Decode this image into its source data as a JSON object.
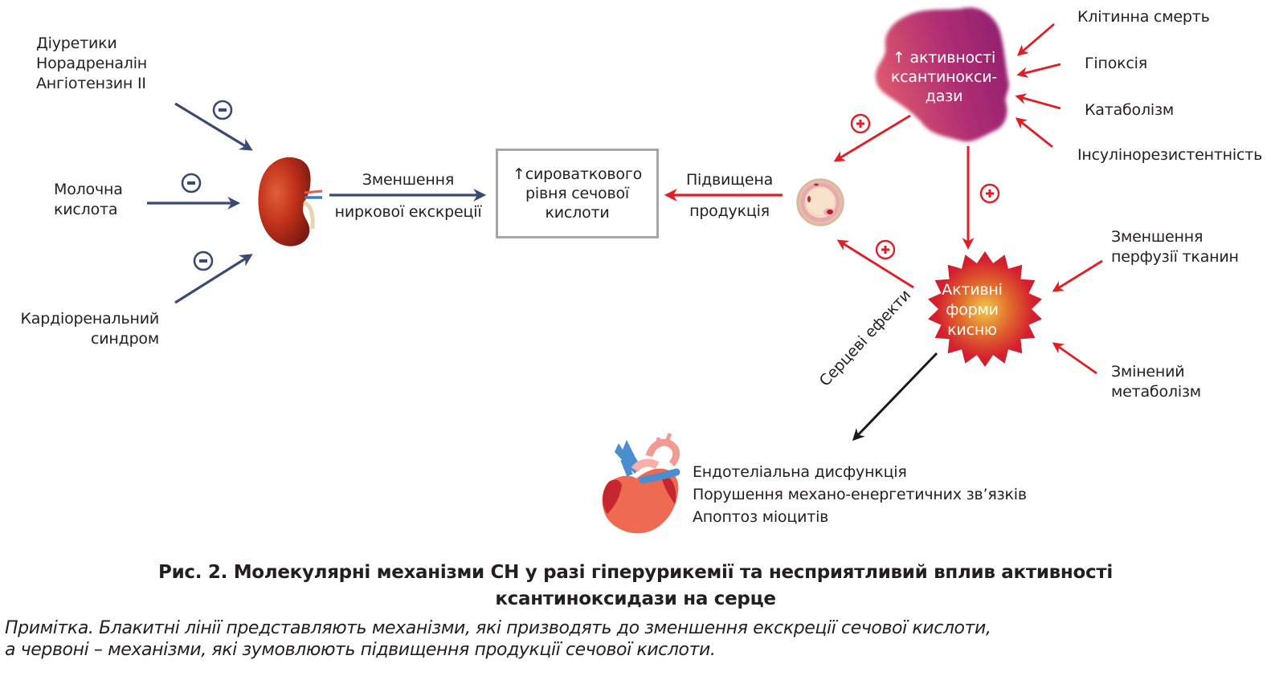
{
  "colors": {
    "blue_arrow": "#3b4a72",
    "red_arrow": "#e01e26",
    "black_arrow": "#1a1a1a",
    "box_border": "#a6a6a6",
    "xo_blob_start": "#e05a6e",
    "xo_blob_end": "#9a2373",
    "ros_star": "#d4202e",
    "ros_core": "#f0b040"
  },
  "left_inputs": [
    {
      "lines": [
        "Діуретики",
        "Норадреналін",
        "Ангіотензин II"
      ],
      "sign": "−"
    },
    {
      "lines": [
        "Молочна",
        "кислота"
      ],
      "sign": "−"
    },
    {
      "lines": [
        "Кардіоренальний",
        "синдром"
      ],
      "sign": "−"
    }
  ],
  "kidney": {
    "icon": "kidney-icon"
  },
  "excretion_arrow": {
    "top": "Зменшення",
    "bottom": "ниркової екскреції"
  },
  "central_box": {
    "arrow": "↑",
    "lines": [
      "сироваткового",
      "рівня сечової",
      "кислоти"
    ]
  },
  "production_arrow": {
    "top": "Підвищена",
    "bottom": "продукція"
  },
  "cell": {
    "icon": "cell-icon"
  },
  "xanthine_oxidase": {
    "arrow": "↑",
    "lines": [
      "активності",
      "ксантинокси-",
      "дази"
    ]
  },
  "xo_inputs": [
    "Клітинна смерть",
    "Гіпоксія",
    "Катаболізм",
    "Інсулінорезистентність"
  ],
  "ros": {
    "lines": [
      "Активні",
      "форми",
      "кисню"
    ]
  },
  "ros_inputs": [
    {
      "lines": [
        "Зменшення",
        "перфузії тканин"
      ]
    },
    {
      "lines": [
        "Змінений",
        "метаболізм"
      ]
    }
  ],
  "plus_sign": "+",
  "cardiac_arrow_label": "Серцеві ефекти",
  "heart": {
    "icon": "heart-icon"
  },
  "cardiac_effects": [
    "Ендотеліальна дисфункція",
    "Порушення механо-енергетичних зв’язків",
    "Апоптоз міоцитів"
  ],
  "caption": {
    "title_line1": "Рис. 2. Молекулярні механізми СН у разі гіперурикемії та несприятливий вплив активності",
    "title_line2": "ксантиноксидази на серце",
    "note_line1": "Примітка. Блакитні лінії представляють механізми, які призводять до зменшення екскреції сечової кислоти,",
    "note_line2": "а червоні – механізми, які зумовлюють підвищення продукції сечової кислоти."
  }
}
